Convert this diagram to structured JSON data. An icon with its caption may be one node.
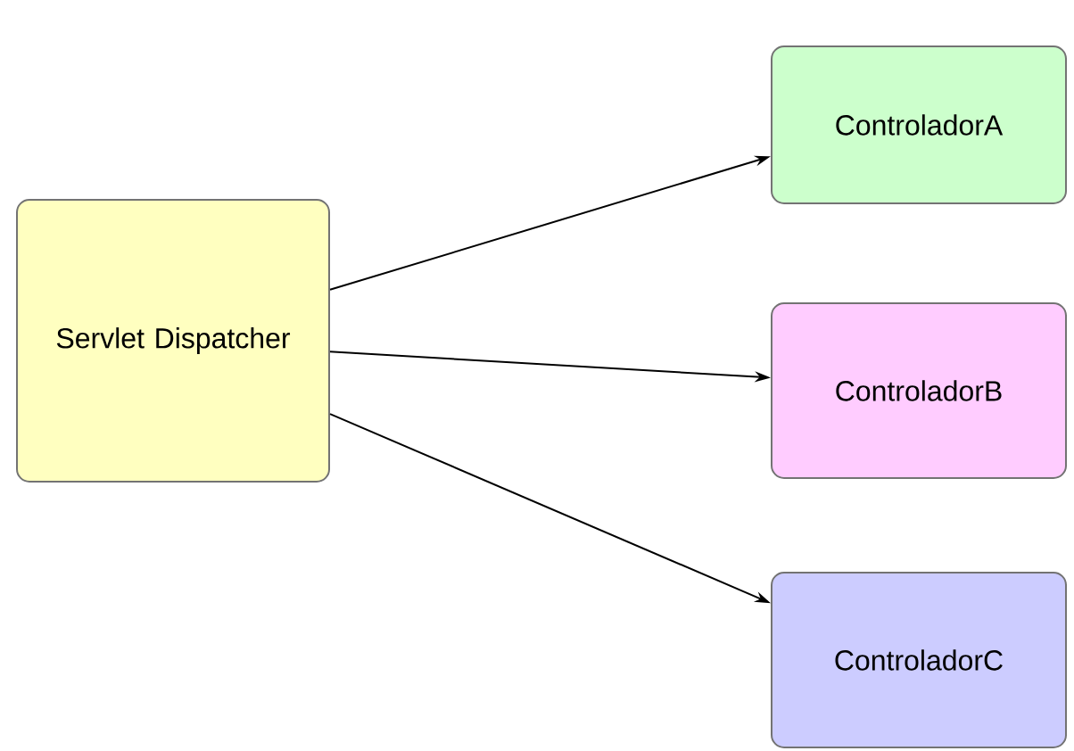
{
  "diagram": {
    "nodes": [
      {
        "text": [
          "Servlet Dispatcher"
        ]
      },
      {
        "text": [
          "ControladorA"
        ]
      },
      {
        "text": [
          "ControladorB"
        ]
      },
      {
        "text": [
          "ControladorC"
        ]
      }
    ],
    "edges": [
      {
        "from": 0,
        "to": 1,
        "arrow": "to"
      },
      {
        "from": 0,
        "to": 2,
        "arrow": "to"
      },
      {
        "from": 0,
        "to": 3,
        "arrow": "to"
      }
    ]
  }
}
